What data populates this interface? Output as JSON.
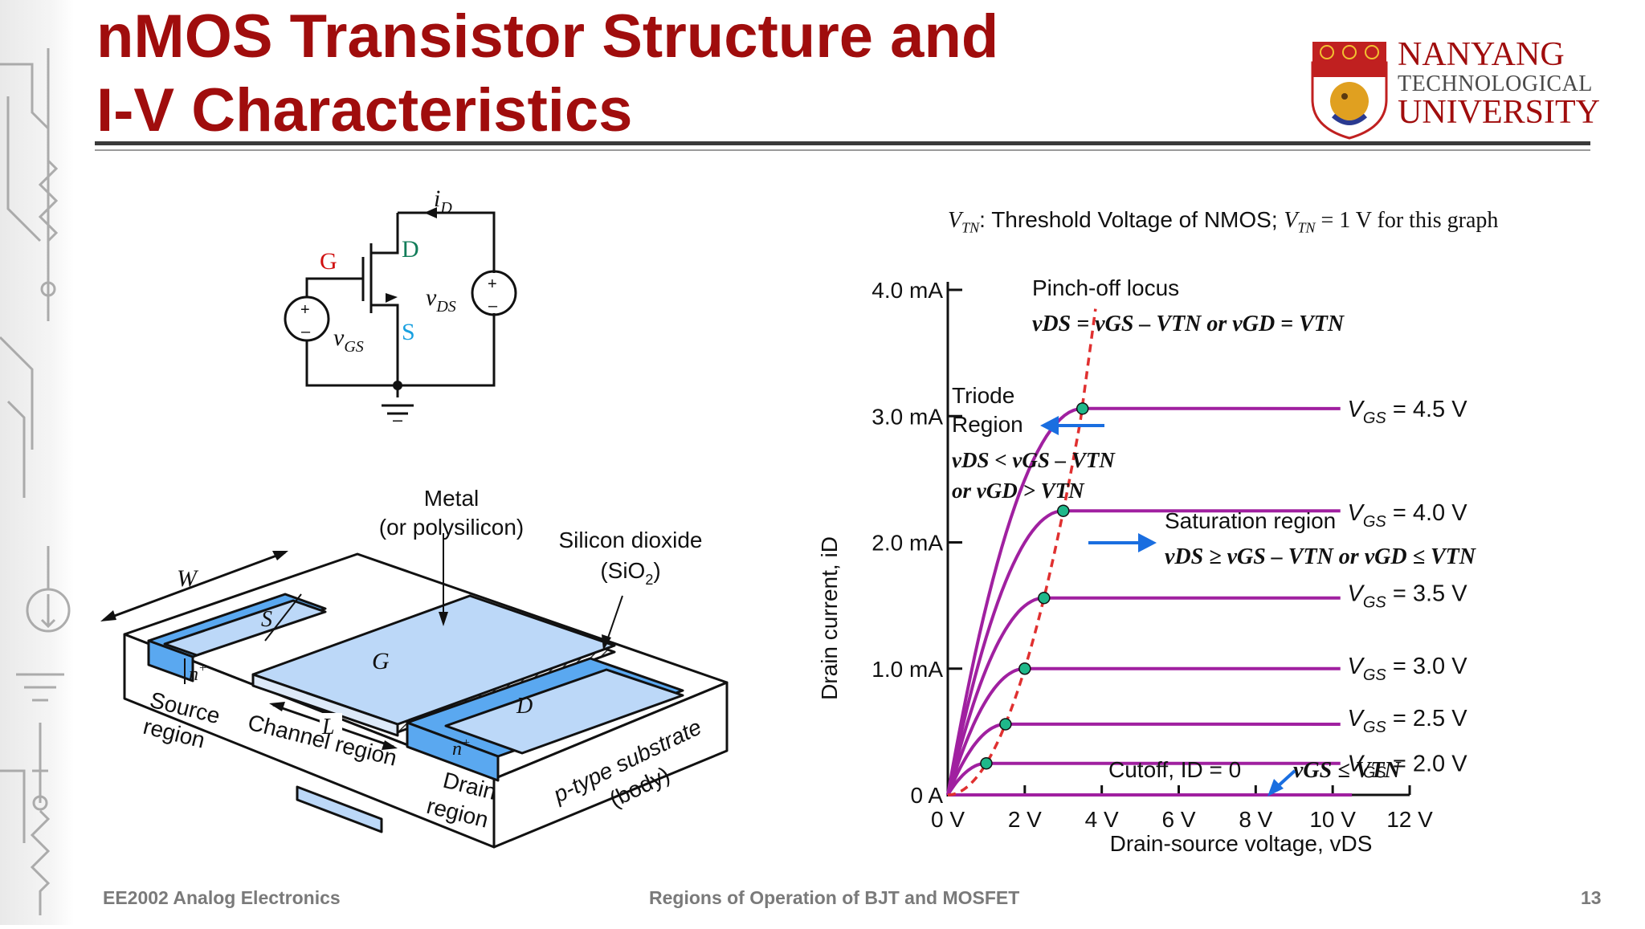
{
  "title": {
    "line1": "nMOS Transistor Structure and",
    "line2": "I-V Characteristics"
  },
  "logo": {
    "line1": "NANYANG",
    "line2": "TECHNOLOGICAL",
    "line3": "UNIVERSITY"
  },
  "circuit": {
    "current_label": "i",
    "current_sub": "D",
    "gate": "G",
    "drain": "D",
    "source": "S",
    "vds": "v",
    "vds_sub": "DS",
    "vgs": "v",
    "vgs_sub": "GS",
    "plus": "+",
    "minus": "–"
  },
  "structure": {
    "metal": "Metal",
    "metal_alt": "(or polysilicon)",
    "oxide": "Silicon dioxide",
    "oxide_formula_pre": "(SiO",
    "oxide_formula_sub": "2",
    "oxide_formula_post": ")",
    "width": "W",
    "source": "S",
    "gate": "G",
    "drain": "D",
    "n_plus_left": "n",
    "n_plus_right": "n",
    "plus_sup": "+",
    "length": "L",
    "source_region_1": "Source",
    "source_region_2": "region",
    "channel_region": "Channel region",
    "drain_region_1": "Drain",
    "drain_region_2": "region",
    "substrate_1": "p-type substrate",
    "substrate_2": "(body)"
  },
  "graph_note": {
    "vtn_1": "V",
    "vtn_sub_1": "TN",
    "text_1": ": Threshold Voltage of NMOS; ",
    "vtn_2": "V",
    "vtn_sub_2": "TN",
    "text_2": " = 1 V for this graph"
  },
  "annotations": {
    "pinch_off": "Pinch-off locus",
    "pinch_eq": "vDS = vGS – VTN or vGD = VTN",
    "triode_1": "Triode",
    "triode_2": "Region",
    "triode_eq1": "vDS < vGS – VTN",
    "triode_eq2": "or vGD > VTN",
    "saturation": "Saturation region",
    "sat_eq": "vDS ≥ vGS – VTN or vGD ≤ VTN",
    "cutoff": "Cutoff, ID = 0",
    "cutoff_eq": "vGS ≤ VTN"
  },
  "chart_data": {
    "type": "line",
    "xlabel": "Drain-source voltage, vDS",
    "ylabel": "Drain current, iD",
    "x_ticks": [
      "0 V",
      "2 V",
      "4 V",
      "6 V",
      "8 V",
      "10 V",
      "12 V"
    ],
    "y_ticks": [
      "0 A",
      "1.0 mA",
      "2.0 mA",
      "3.0 mA",
      "4.0 mA"
    ],
    "xlim": [
      0,
      12
    ],
    "ylim": [
      0,
      4
    ],
    "series": [
      {
        "name": "VGS = 4.5 V",
        "vgs": 4.5,
        "sat_current_mA": 3.06,
        "vds_sat": 3.5
      },
      {
        "name": "VGS = 4.0 V",
        "vgs": 4.0,
        "sat_current_mA": 2.25,
        "vds_sat": 3.0
      },
      {
        "name": "VGS = 3.5 V",
        "vgs": 3.5,
        "sat_current_mA": 1.56,
        "vds_sat": 2.5
      },
      {
        "name": "VGS = 3.0 V",
        "vgs": 3.0,
        "sat_current_mA": 1.0,
        "vds_sat": 2.0
      },
      {
        "name": "VGS = 2.5 V",
        "vgs": 2.5,
        "sat_current_mA": 0.56,
        "vds_sat": 1.5
      },
      {
        "name": "VGS = 2.0 V",
        "vgs": 2.0,
        "sat_current_mA": 0.25,
        "vds_sat": 1.0
      },
      {
        "name": "",
        "vgs": 1.0,
        "sat_current_mA": 0,
        "vds_sat": 0
      }
    ],
    "curve_labels": [
      {
        "text": "V",
        "sub": "GS",
        "rest": " = 4.5 V"
      },
      {
        "text": "V",
        "sub": "GS",
        "rest": " = 4.0 V"
      },
      {
        "text": "V",
        "sub": "GS",
        "rest": " = 3.5 V"
      },
      {
        "text": "V",
        "sub": "GS",
        "rest": " = 3.0 V"
      },
      {
        "text": "V",
        "sub": "GS",
        "rest": " = 2.5 V"
      },
      {
        "text": "V",
        "sub": "GS",
        "rest": " = 2.0 V"
      }
    ],
    "colors": {
      "curve": "#a020a0",
      "pinch": "#e03030",
      "arrow": "#1a6ee0",
      "dot": "#1fb88a"
    }
  },
  "footer": {
    "left": "EE2002 Analog Electronics",
    "center": "Regions of Operation of BJT and MOSFET",
    "right": "13"
  }
}
